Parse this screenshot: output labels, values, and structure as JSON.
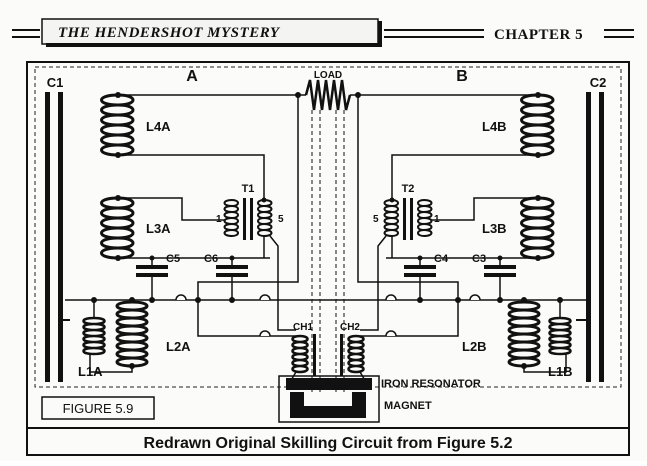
{
  "header": {
    "title": "THE HENDERSHOT MYSTERY",
    "chapter": "CHAPTER 5"
  },
  "figure_label": "FIGURE 5.9",
  "caption": "Redrawn Original Skilling Circuit from Figure 5.2",
  "labels": {
    "side_a": "A",
    "side_b": "B",
    "load": "LOAD",
    "c1": "C1",
    "c2": "C2",
    "l4a": "L4A",
    "l4b": "L4B",
    "l3a": "L3A",
    "l3b": "L3B",
    "l2a": "L2A",
    "l2b": "L2B",
    "l1a": "L1A",
    "l1b": "L1B",
    "t1": "T1",
    "t2": "T2",
    "t1_pin1": "1",
    "t1_pin5": "5",
    "t2_pin5": "5",
    "t2_pin1": "1",
    "c3": "C3",
    "c4": "C4",
    "c5": "C5",
    "c6": "C6",
    "ch1": "CH1",
    "ch2": "CH2",
    "iron_resonator": "IRON RESONATOR",
    "magnet": "MAGNET"
  }
}
